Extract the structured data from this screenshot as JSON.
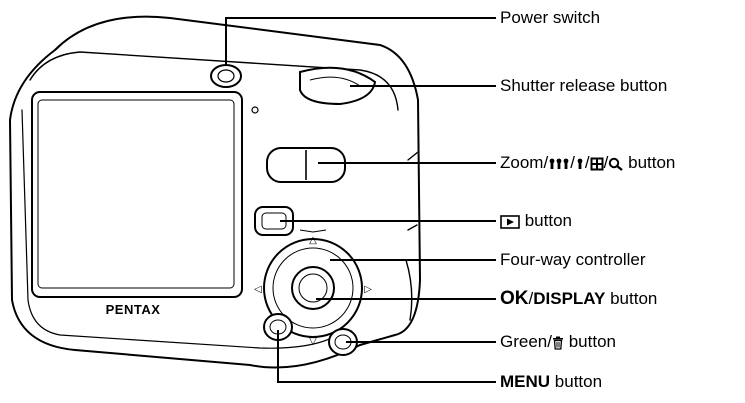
{
  "brand": "PENTAX",
  "labels": {
    "power_switch": "Power switch",
    "shutter_release": "Shutter release button",
    "zoom_prefix": "Zoom/",
    "zoom_suffix": " button",
    "play_suffix": " button",
    "four_way": "Four-way controller",
    "ok_strong": "OK",
    "ok_slash": "/",
    "display_strong": "DISPLAY",
    "ok_suffix": " button",
    "green_prefix": "Green/",
    "green_suffix": " button",
    "menu_strong": "MENU",
    "menu_suffix": " button"
  },
  "icons": {
    "zoom": [
      "tele-icon",
      "wide-icon",
      "index-icon",
      "magnify-icon"
    ],
    "playback": "playback-icon",
    "green": "trash-icon"
  }
}
